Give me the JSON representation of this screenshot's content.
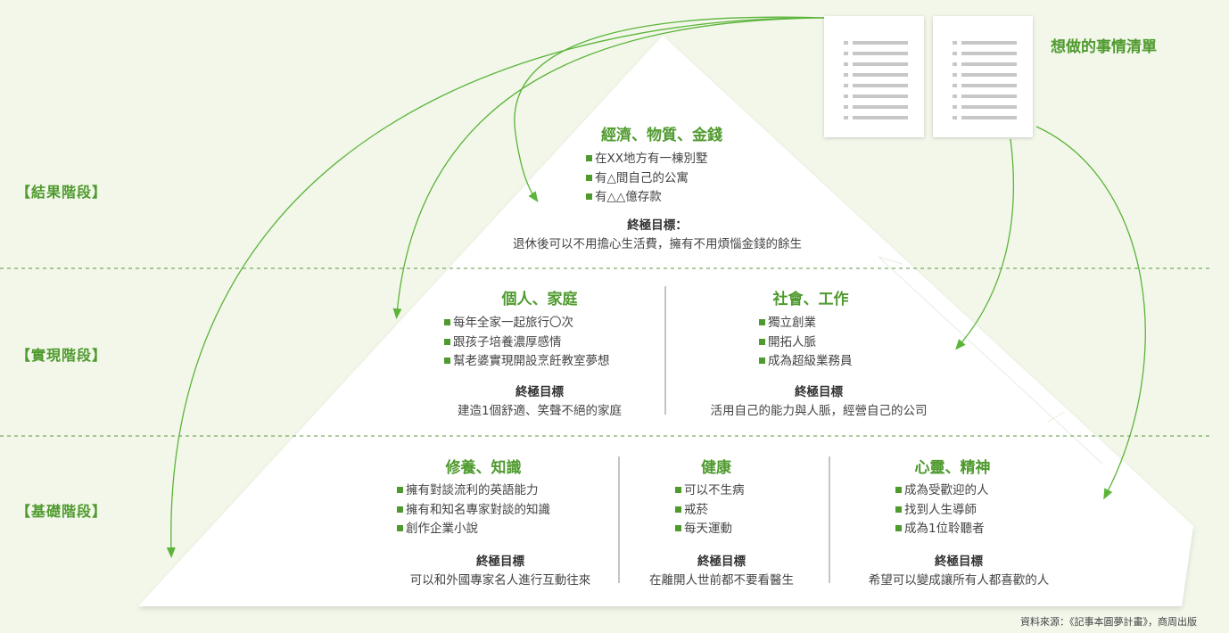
{
  "wish_list": {
    "title": "想做的事情清單"
  },
  "stages": {
    "result": "【結果階段】",
    "realize": "【實現階段】",
    "foundation": "【基礎階段】"
  },
  "top": {
    "title": "經濟、物質、金錢",
    "items": [
      "在XX地方有一棟別墅",
      "有△間自己的公寓",
      "有△△億存款"
    ],
    "goal_label": "終極目標：",
    "goal_text": "退休後可以不用擔心生活費，擁有不用煩惱金錢的餘生"
  },
  "middle": [
    {
      "title": "個人、家庭",
      "items": [
        "每年全家一起旅行〇次",
        "跟孩子培養濃厚感情",
        "幫老婆實現開設烹飪教室夢想"
      ],
      "goal_label": "終極目標",
      "goal_text": "建造1個舒適、笑聲不絕的家庭"
    },
    {
      "title": "社會、工作",
      "items": [
        "獨立創業",
        "開拓人脈",
        "成為超級業務員"
      ],
      "goal_label": "終極目標",
      "goal_text": "活用自己的能力與人脈，經營自己的公司"
    }
  ],
  "bottom": [
    {
      "title": "修養、知識",
      "items": [
        "擁有對談流利的英語能力",
        "擁有和知名專家對談的知識",
        "創作企業小說"
      ],
      "goal_label": "終極目標",
      "goal_text": "可以和外國專家名人進行互動往來"
    },
    {
      "title": "健康",
      "items": [
        "可以不生病",
        "戒菸",
        "每天運動"
      ],
      "goal_label": "終極目標",
      "goal_text": "在離開人世前都不要看醫生"
    },
    {
      "title": "心靈、精神",
      "items": [
        "成為受歡迎的人",
        "找到人生導師",
        "成為1位聆聽者"
      ],
      "goal_label": "終極目標",
      "goal_text": "希望可以變成讓所有人都喜歡的人"
    }
  ],
  "source": "資料來源：《記事本圓夢計畫》，商周出版",
  "colors": {
    "accent": "#4f9a2e",
    "background": "#f2f7ea",
    "pyramid": "#ffffff",
    "arrow": "#5cb43a"
  }
}
